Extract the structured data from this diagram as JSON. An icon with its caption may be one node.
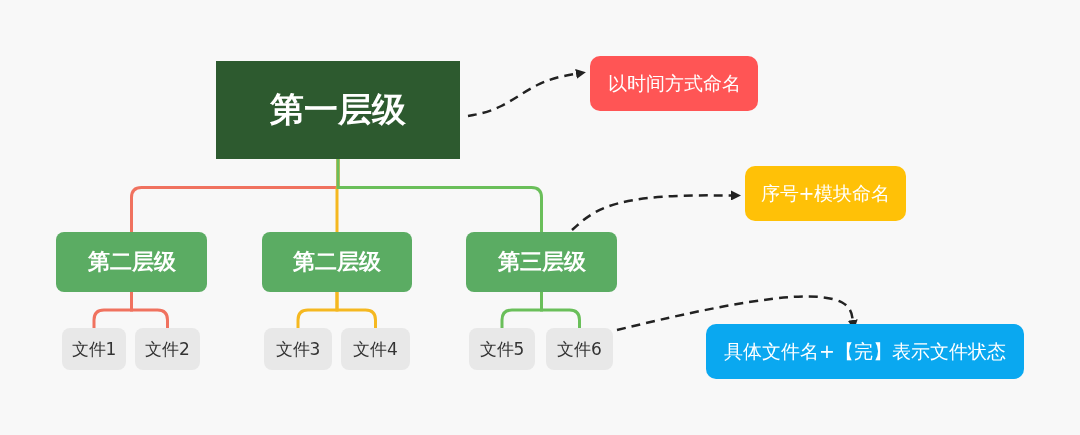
{
  "diagram": {
    "nodes": [
      {
        "text": [
          "第一层级"
        ]
      },
      {
        "text": [
          "第二层级"
        ]
      },
      {
        "text": [
          "第二层级"
        ]
      },
      {
        "text": [
          "第三层级"
        ]
      },
      {
        "text": [
          "文件1"
        ]
      },
      {
        "text": [
          "文件2"
        ]
      },
      {
        "text": [
          "文件3"
        ]
      },
      {
        "text": [
          "文件4"
        ]
      },
      {
        "text": [
          "文件5"
        ]
      },
      {
        "text": [
          "文件6"
        ]
      },
      {
        "text": [
          "以时间方式命名"
        ]
      },
      {
        "text": [
          "序号+模块命名"
        ]
      },
      {
        "text": [
          "具体文件名+【完】表示文件状态"
        ]
      }
    ],
    "edges": [
      {
        "from": 0,
        "to": 1,
        "arrow": "none",
        "color": "#f0725f"
      },
      {
        "from": 0,
        "to": 2,
        "arrow": "none",
        "color": "#f5b820"
      },
      {
        "from": 0,
        "to": 3,
        "arrow": "none",
        "color": "#6abf5a"
      },
      {
        "from": 1,
        "to": 4,
        "arrow": "none",
        "color": "#f0725f"
      },
      {
        "from": 1,
        "to": 5,
        "arrow": "none",
        "color": "#f0725f"
      },
      {
        "from": 2,
        "to": 6,
        "arrow": "none",
        "color": "#f5b820"
      },
      {
        "from": 2,
        "to": 7,
        "arrow": "none",
        "color": "#f5b820"
      },
      {
        "from": 3,
        "to": 8,
        "arrow": "none",
        "color": "#6abf5a"
      },
      {
        "from": 3,
        "to": 9,
        "arrow": "none",
        "color": "#6abf5a"
      },
      {
        "from": 0,
        "to": 10,
        "arrow": "to",
        "style": "dashed",
        "color": "#222222"
      },
      {
        "from": 3,
        "to": 11,
        "arrow": "to",
        "style": "dashed",
        "color": "#222222"
      },
      {
        "from": 9,
        "to": 12,
        "arrow": "to",
        "style": "dashed",
        "color": "#222222"
      }
    ]
  }
}
